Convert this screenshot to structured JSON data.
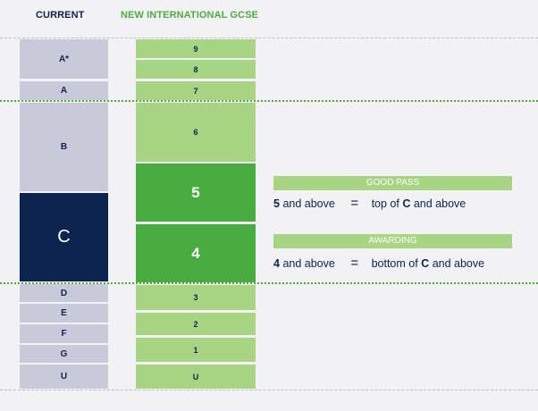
{
  "header": {
    "current": "CURRENT",
    "new": "NEW INTERNATIONAL GCSE"
  },
  "current_grades": {
    "a_star": "A*",
    "a": "A",
    "b": "B",
    "c": "C",
    "d": "D",
    "e": "E",
    "f": "F",
    "g": "G",
    "u": "U"
  },
  "new_grades": {
    "g9": "9",
    "g8": "8",
    "g7": "7",
    "g6": "6",
    "g5": "5",
    "g4": "4",
    "g3": "3",
    "g2": "2",
    "g1": "1",
    "u": "U"
  },
  "good_pass": {
    "title": "GOOD PASS",
    "number": "5",
    "and_above": "and above",
    "equals": "=",
    "prefix": "top of",
    "grade": "C",
    "suffix": "and above"
  },
  "awarding": {
    "title": "AWARDING",
    "number": "4",
    "and_above": "and above",
    "equals": "=",
    "prefix": "bottom of",
    "grade": "C",
    "suffix": "and above"
  },
  "colors": {
    "navy": "#0c2350",
    "grey_grade": "#c9cad9",
    "light_green": "#a7d584",
    "dark_green": "#48ab3f",
    "header_green": "#4fab3f"
  }
}
